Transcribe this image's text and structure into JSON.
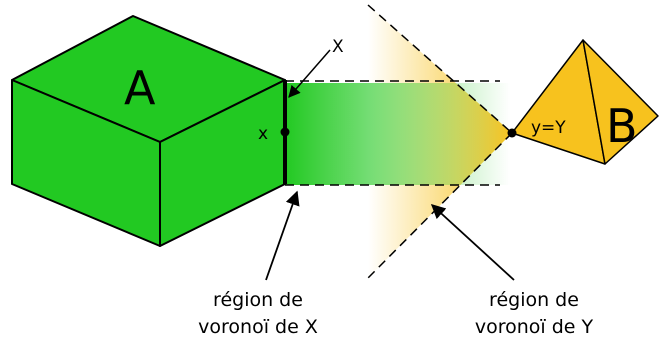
{
  "objects": {
    "cube_label": "A",
    "pyramid_label": "B",
    "cube_color": "#22c922",
    "pyramid_color": "#f7c21e"
  },
  "points": {
    "edge_label": "X",
    "point_x_label": "x",
    "point_y_label": "y=Y"
  },
  "regions": {
    "x_region_line1": "région de",
    "x_region_line2": "voronoï de X",
    "y_region_line1": "région de",
    "y_region_line2": "voronoï de Y",
    "x_region_color": "#22c922",
    "y_region_color": "#f7c21e"
  }
}
